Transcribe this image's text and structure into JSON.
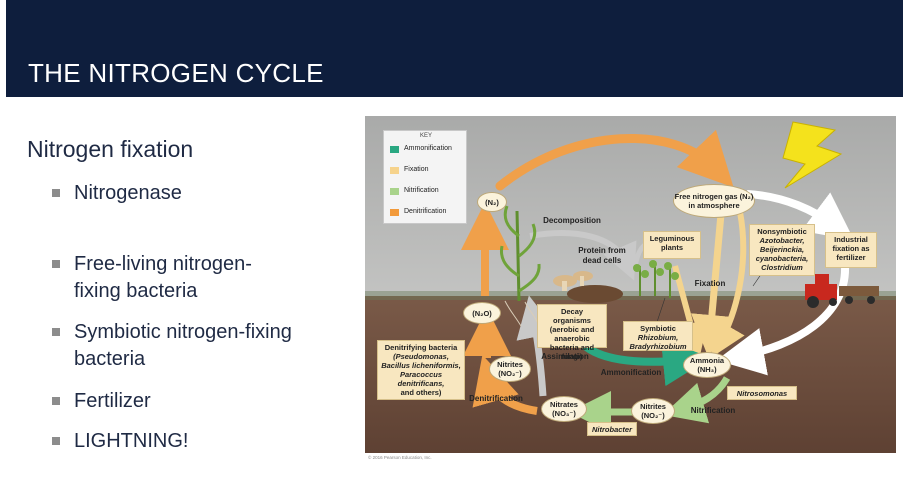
{
  "slide": {
    "title": "THE NITROGEN CYCLE",
    "heading": "Nitrogen fixation",
    "bullets": [
      "Nitrogenase",
      "Free-living nitrogen-fixing bacteria",
      "Symbiotic nitrogen-fixing bacteria",
      "Fertilizer",
      "LIGHTNING!"
    ]
  },
  "diagram": {
    "key": {
      "title": "KEY",
      "items": [
        {
          "label": "Ammonification",
          "color": "#2aa882"
        },
        {
          "label": "Fixation",
          "color": "#f6d38c"
        },
        {
          "label": "Nitrification",
          "color": "#a9d38b"
        },
        {
          "label": "Denitrification",
          "color": "#f29a3a"
        }
      ]
    },
    "labels": {
      "n2_top": "(N₂)",
      "free_n2": "Free nitrogen gas (N₂) in atmosphere",
      "decomposition": "Decomposition",
      "protein": "Protein from dead cells",
      "leguminous": "Leguminous plants",
      "nonsymbiotic_title": "Nonsymbiotic",
      "nonsymbiotic_species": "Azotobacter, Beijerinckia, cyanobacteria, Clostridium",
      "industrial": "Industrial fixation as fertilizer",
      "fixation": "Fixation",
      "n2o": "(N₂O)",
      "decay": "Decay organisms (aerobic and anaerobic bacteria and fungi)",
      "symbiotic_title": "Symbiotic",
      "symbiotic_species": "Rhizobium, Bradyrhizobium",
      "denitrifying_title": "Denitrifying bacteria",
      "denitrifying_species": "(Pseudomonas, Bacillus licheniformis, Paracoccus denitrificans,",
      "denitrifying_tail": "and others)",
      "nitrites_left": "Nitrites (NO₂⁻)",
      "assimilation": "Assimilation",
      "ammonia": "Ammonia (NH₃)",
      "ammonification": "Ammonification",
      "nitrosomonas": "Nitrosomonas",
      "denitrification": "Denitrification",
      "nitrates": "Nitrates (NO₃⁻)",
      "nitrites_right": "Nitrites (NO₂⁻)",
      "nitrification": "Nitrification",
      "nitrobacter": "Nitrobacter"
    },
    "credit": "© 2016 Pearson Education, Inc."
  }
}
